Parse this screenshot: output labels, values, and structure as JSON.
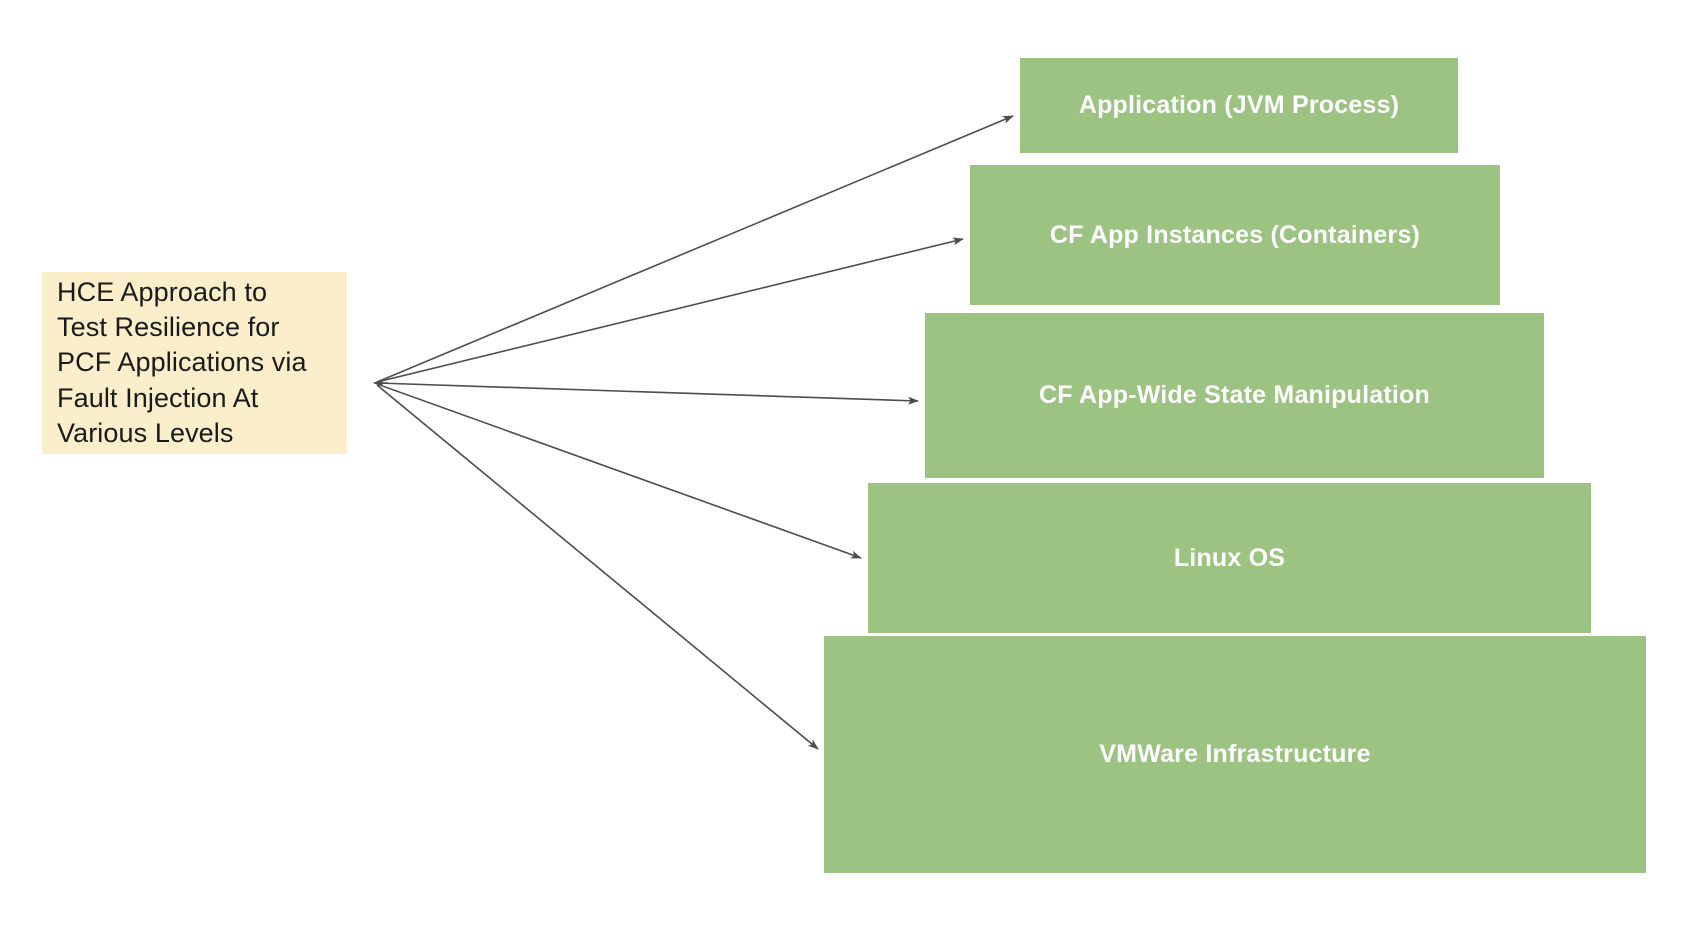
{
  "diagram": {
    "title": "HCE Approach to Test Resilience for PCF Applications via Fault Injection At Various Levels",
    "background_color": "#FFFFFF",
    "source": {
      "label": "HCE Approach to\nTest Resilience for\nPCF Applications via\nFault Injection At\nVarious Levels",
      "fill_color": "#FAEFCA",
      "text_color": "#1A1A1A"
    },
    "arrow_color": "#4D4D4D",
    "layers": [
      {
        "id": "application-jvm-process",
        "label": "Application (JVM Process)",
        "fill_color": "#9CC382",
        "text_color": "#FFFFFF"
      },
      {
        "id": "cf-app-instances-containers",
        "label": "CF App Instances (Containers)",
        "fill_color": "#9CC382",
        "text_color": "#FFFFFF"
      },
      {
        "id": "cf-app-wide-state-manipulation",
        "label": "CF App-Wide State Manipulation",
        "fill_color": "#9CC382",
        "text_color": "#FFFFFF"
      },
      {
        "id": "linux-os",
        "label": "Linux OS",
        "fill_color": "#9CC382",
        "text_color": "#FFFFFF"
      },
      {
        "id": "vmware-infrastructure",
        "label": "VMWare Infrastructure",
        "fill_color": "#9CC382",
        "text_color": "#FFFFFF"
      }
    ]
  }
}
